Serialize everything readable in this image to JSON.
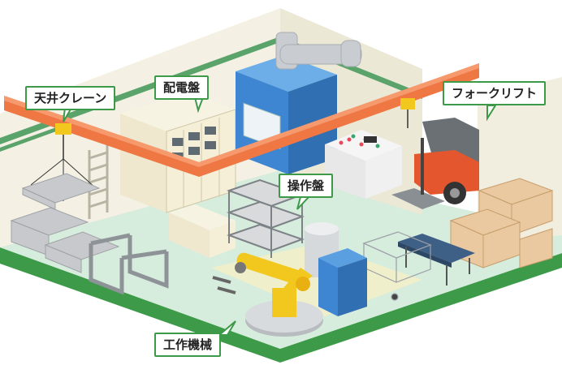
{
  "labels": {
    "crane": "天井クレーン",
    "switchboard": "配電盤",
    "forklift": "フォークリフト",
    "control_panel": "操作盤",
    "machine_tool": "工作機械"
  },
  "colors": {
    "wall": "#f4f1e4",
    "wall_side": "#ece8d6",
    "wall_stripe": "#5aa36a",
    "floor": "#cfe8d6",
    "floor_edge": "#3c9a48",
    "crane_rail": "#ee7744",
    "robot_arm": "#f2c81f",
    "machine_blue": "#3e86d1",
    "forklift_orange": "#e4572e",
    "label_border": "#3c9a48"
  }
}
